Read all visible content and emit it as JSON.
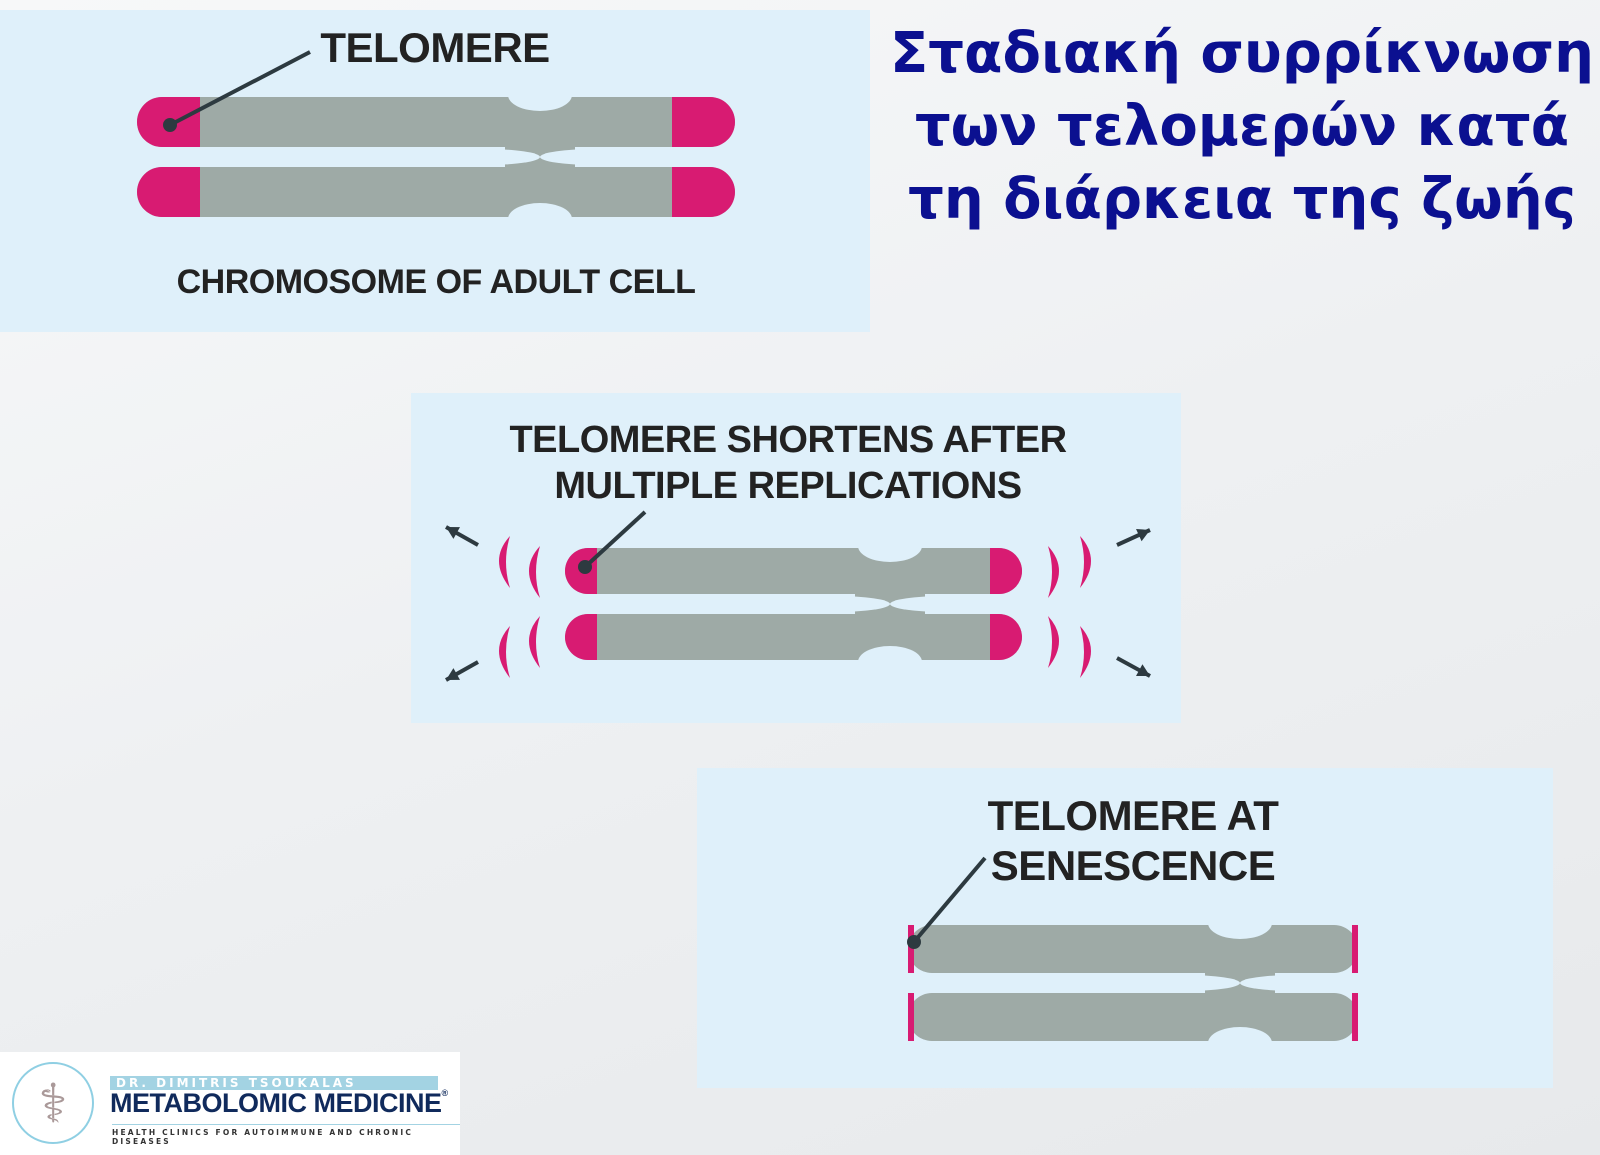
{
  "title": {
    "lines": [
      "Σταδιακή συρρίκνωση",
      "των τελομερών κατά",
      "τη διάρκεια της ζωής"
    ]
  },
  "panels": {
    "adult": {
      "label": "TELOMERE",
      "caption": "CHROMOSOME OF ADULT CELL"
    },
    "shortening": {
      "lines": [
        "TELOMERE SHORTENS AFTER",
        "MULTIPLE REPLICATIONS"
      ]
    },
    "senescence": {
      "lines": [
        "TELOMERE AT",
        "SENESCENCE"
      ]
    }
  },
  "logo": {
    "top_line": "DR. DIMITRIS TSOUKALAS",
    "name": "METABOLOMIC MEDICINE",
    "registered": "®",
    "tagline": "HEALTH CLINICS FOR AUTOIMMUNE AND CHRONIC DISEASES",
    "icon": "caduceus-icon"
  },
  "colors": {
    "panel": "#dff0fa",
    "chromatid": "#9eaaa6",
    "telomere": "#d81b72",
    "pointer": "#2d3a40",
    "title": "#0b1090"
  }
}
